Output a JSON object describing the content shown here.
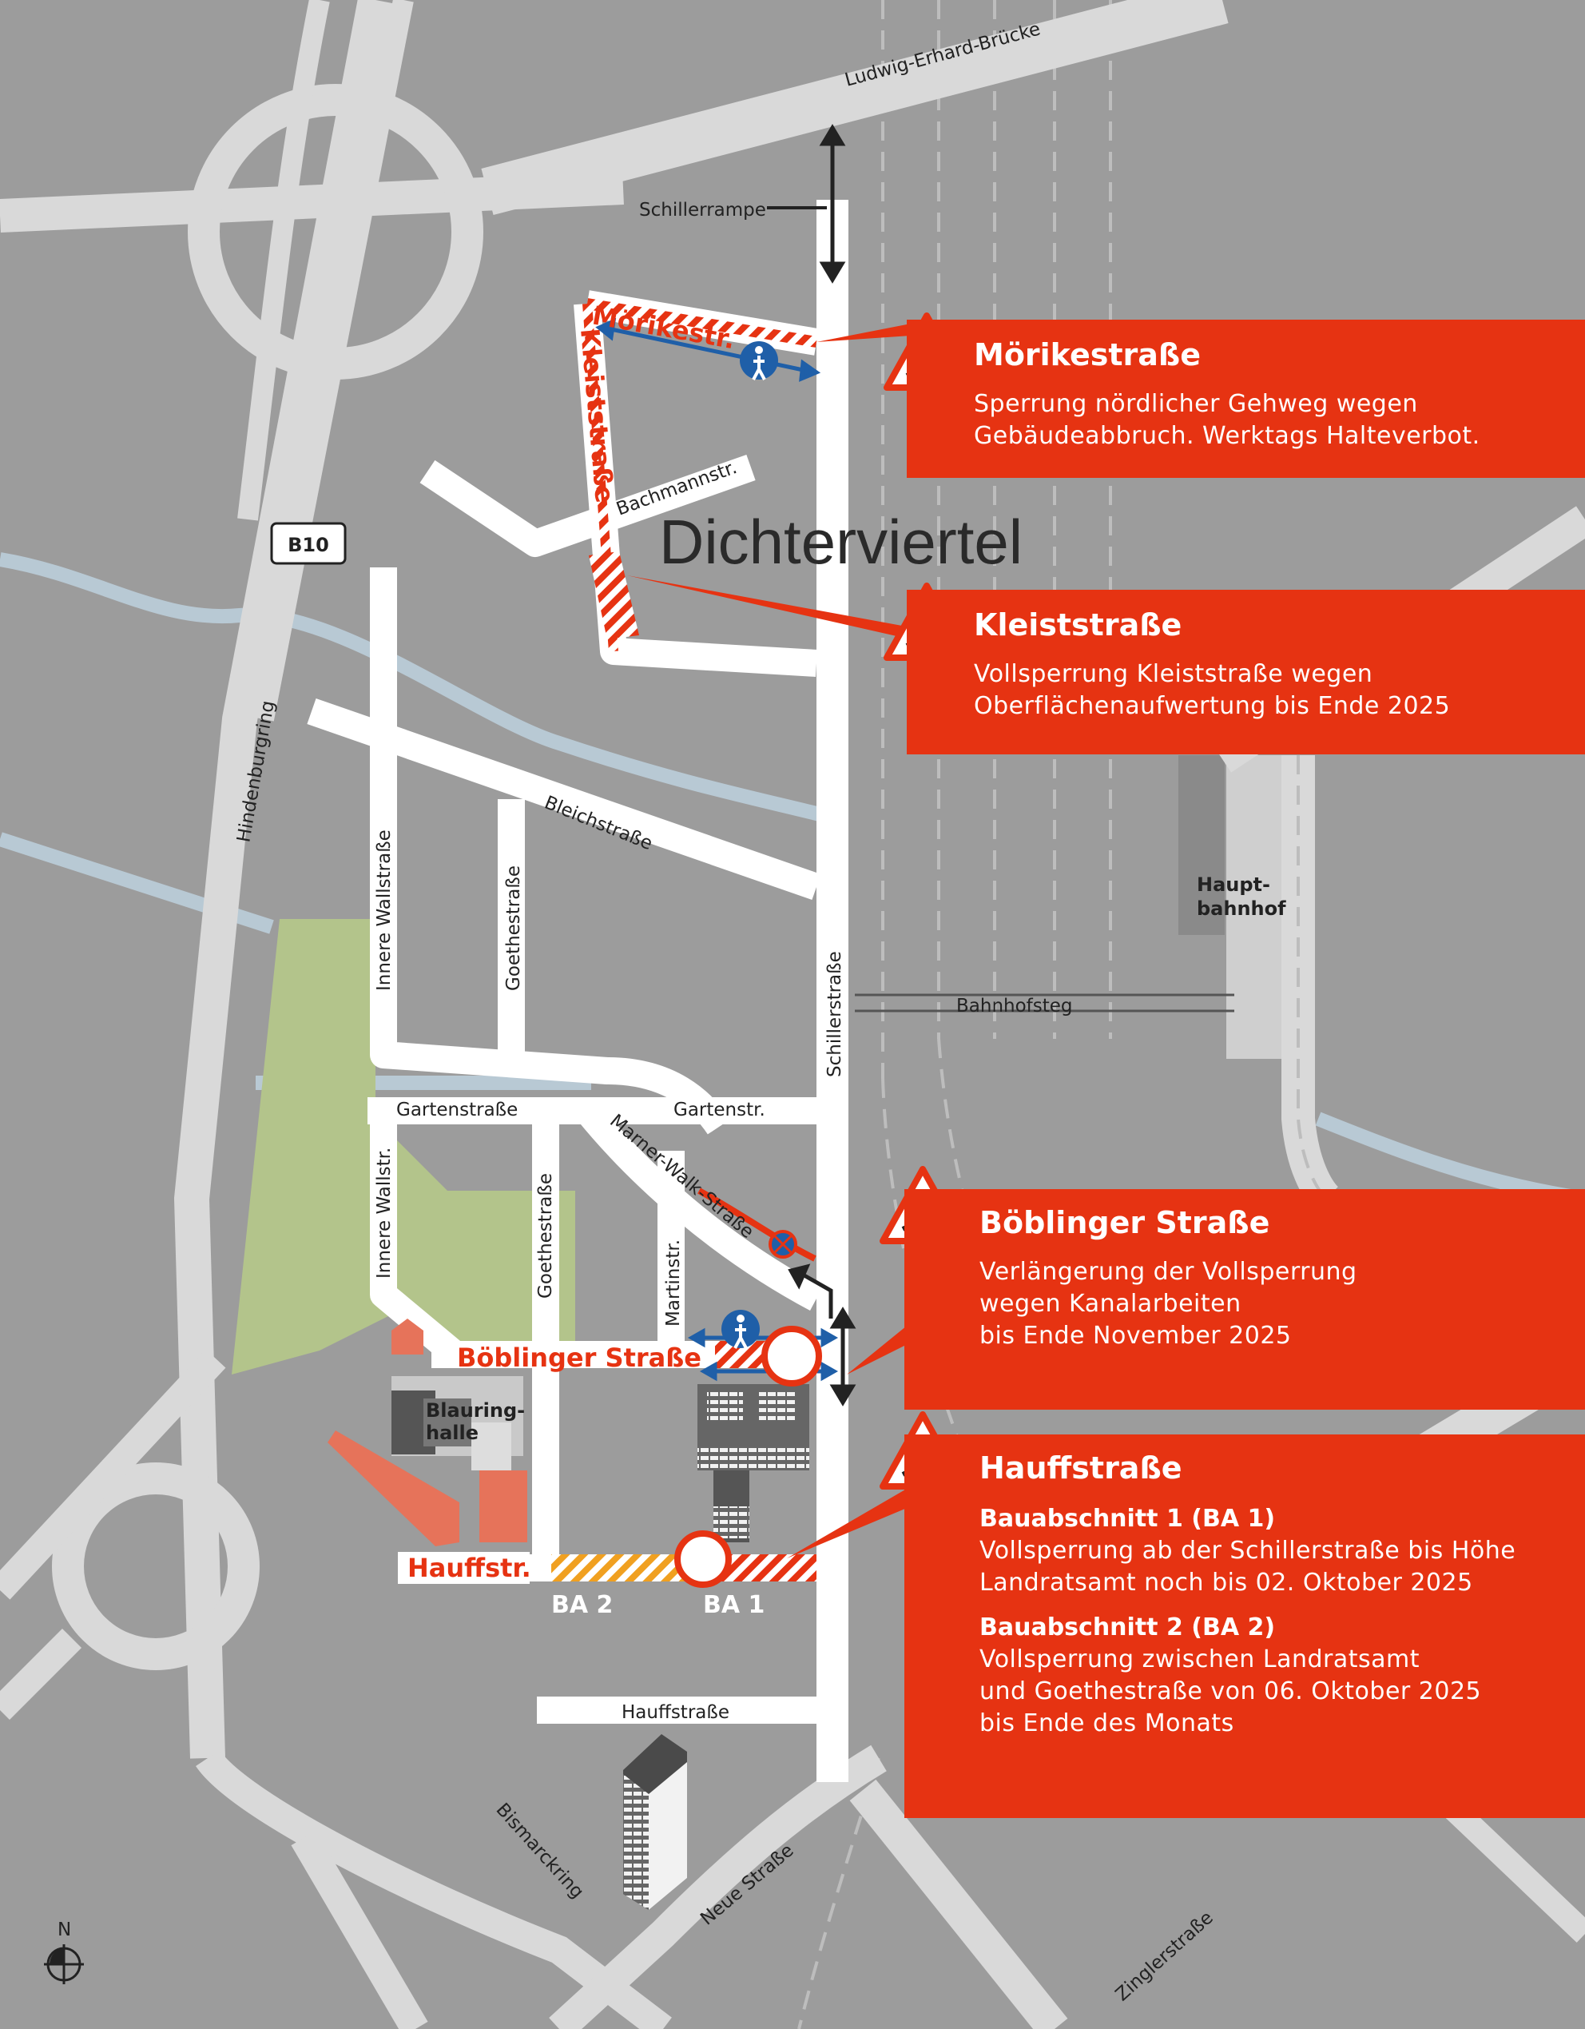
{
  "colors": {
    "background": "#9c9c9c",
    "road": "#d9d9d9",
    "main_road": "#ffffff",
    "accent_red": "#e63312",
    "water": "#b8c9d4",
    "park": "#b3c48b",
    "pedestrian_blue": "#1f5fa8"
  },
  "streets": {
    "ludwig_erhard": "Ludwig-Erhard-Brücke",
    "schillerrampe": "Schillerrampe",
    "moerikestr": "Mörikestr.",
    "kleiststrasse": "Kleiststraße",
    "bachmannstr": "Bachmannstr.",
    "b10": "B10",
    "hindenburgring": "Hindenburgring",
    "bleichstrasse": "Bleichstraße",
    "innere_wallstrasse": "Innere Wallstraße",
    "goethestrasse_north": "Goethestraße",
    "schillerstrasse": "Schillerstraße",
    "bahnhofsteg": "Bahnhofsteg",
    "hauptbahnhof": "Haupt-\nbahnhof",
    "gartenstrasse": "Gartenstraße",
    "gartenstr": "Gartenstr.",
    "marner_walk": "Marner-Walk-Straße",
    "innere_wallstr": "Innere Wallstr.",
    "goethestrasse_south": "Goethestraße",
    "martinstr": "Martinstr.",
    "boeblinger": "Böblinger Straße",
    "blauringhalle": "Blauring-\nhalle",
    "hauffstr": "Hauffstr.",
    "ba2": "BA 2",
    "ba1": "BA 1",
    "hauffstrasse": "Hauffstraße",
    "bismarckring": "Bismarckring",
    "neue_strasse": "Neue Straße",
    "zinglerstrasse": "Zinglerstraße",
    "north": "N"
  },
  "district_label": "Dichterviertel",
  "icons": [
    "construction-warning-icon",
    "pedestrian-icon",
    "no-entry-icon",
    "no-stopping-icon",
    "north-arrow-icon"
  ],
  "info_boxes": {
    "moerike": {
      "title": "Mörikestraße",
      "text": "Sperrung nördlicher Gehweg wegen\nGebäudeabbruch. Werktags Halteverbot."
    },
    "kleist": {
      "title": "Kleiststraße",
      "text": "Vollsperrung Kleiststraße wegen\nOberflächenaufwertung bis Ende 2025"
    },
    "boeblinger": {
      "title": "Böblinger Straße",
      "text": "Verlängerung der Vollsperrung\nwegen Kanalarbeiten\nbis Ende November 2025"
    },
    "hauff": {
      "title": "Hauffstraße",
      "ba1_title": "Bauabschnitt 1 (BA 1)",
      "ba1_text": "Vollsperrung ab der Schillerstraße bis Höhe\nLandratsamt noch bis 02. Oktober 2025",
      "ba2_title": "Bauabschnitt 2 (BA 2)",
      "ba2_text": "Vollsperrung zwischen Landratsamt\nund Goethestraße von 06. Oktober 2025\nbis Ende des Monats"
    }
  }
}
